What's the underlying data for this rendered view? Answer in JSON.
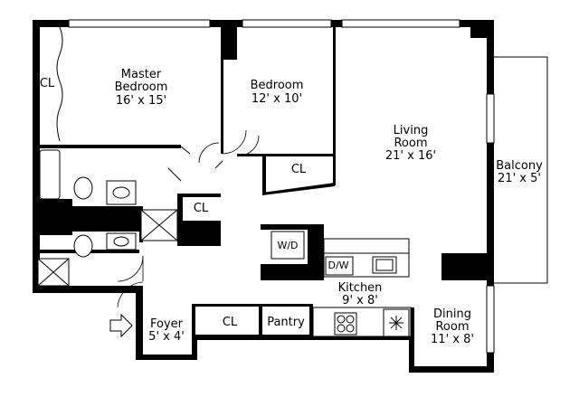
{
  "rooms": {
    "master_bedroom": {
      "name_line1": "Master",
      "name_line2": "Bedroom",
      "size": "16' x 15'"
    },
    "bedroom": {
      "name": "Bedroom",
      "size": "12' x 10'"
    },
    "living_room": {
      "name_line1": "Living",
      "name_line2": "Room",
      "size": "21' x 16'"
    },
    "balcony": {
      "name": "Balcony",
      "size": "21' x 5'"
    },
    "kitchen": {
      "name": "Kitchen",
      "size": "9' x 8'"
    },
    "dining_room": {
      "name_line1": "Dining",
      "name_line2": "Room",
      "size": "11' x 8'"
    },
    "foyer": {
      "name": "Foyer",
      "size": "5' x 4'"
    }
  },
  "closets": {
    "master_closet": "CL",
    "bedroom_closet": "CL",
    "hall_closet": "CL",
    "foyer_closet": "CL",
    "pantry": "Pantry"
  },
  "appliances": {
    "washer_dryer": "W/D",
    "dishwasher": "D/W"
  },
  "icons": {
    "entry": "entry-arrow-icon",
    "freezer": "snowflake-icon",
    "stove": "stove-burners-icon"
  }
}
